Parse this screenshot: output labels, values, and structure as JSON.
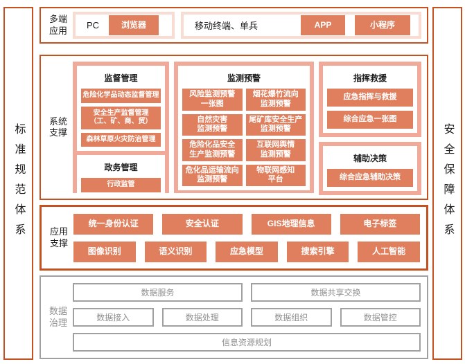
{
  "colors": {
    "accent": "#c4511f",
    "salmon": "#df7f5e",
    "panel_pink": "#f1aa99",
    "panel_pink_light": "#f8dbd1",
    "gray_border": "#a0a0a0",
    "gray_text": "#8f8f8f",
    "ink": "#1c1c1c"
  },
  "sidebars": {
    "left": "标准规范体系",
    "right": "安全保障体系"
  },
  "multi_terminal": {
    "label": "多端应用",
    "pc_text": "PC",
    "browser": "浏览器",
    "mobile_text": "移动终端、单兵",
    "app": "APP",
    "miniprogram": "小程序"
  },
  "system_support": {
    "label": "系统支撑",
    "supervision": {
      "title": "监督管理",
      "items": [
        "危险化学品动态监督管理",
        "安全生产监督管理\n（工、矿、商、贸）",
        "森林草原火灾防治管理"
      ]
    },
    "government": {
      "title": "政务管理",
      "items": [
        "行政监管"
      ]
    },
    "monitoring": {
      "title": "监测预警",
      "items": [
        "风险监测预警\n一张图",
        "烟花爆竹流向\n监测预警",
        "自然灾害\n监测预警",
        "尾矿库安全生产\n监测预警",
        "危险化品安全\n生产监测预警",
        "互联网舆情\n监测预警",
        "危化品运输流向\n监测预警",
        "物联网感知\n平台"
      ]
    },
    "command": {
      "title": "指挥救援",
      "items": [
        "应急指挥与救援",
        "综合应急一张图"
      ]
    },
    "decision": {
      "title": "辅助决策",
      "items": [
        "综合应急辅助决策"
      ]
    }
  },
  "app_support": {
    "label": "应用支撑",
    "row1": [
      "统一身份认证",
      "安全认证",
      "GIS地理信息",
      "电子标签"
    ],
    "row2": [
      "图像识别",
      "语义识别",
      "应急模型",
      "搜索引擎",
      "人工智能"
    ]
  },
  "data_governance": {
    "label": "数据治理",
    "row1": [
      "数据服务",
      "数据共享交换"
    ],
    "row2": [
      "数据接入",
      "数据处理",
      "数据组织",
      "数据管控"
    ],
    "row3": [
      "信息资源规划"
    ]
  }
}
